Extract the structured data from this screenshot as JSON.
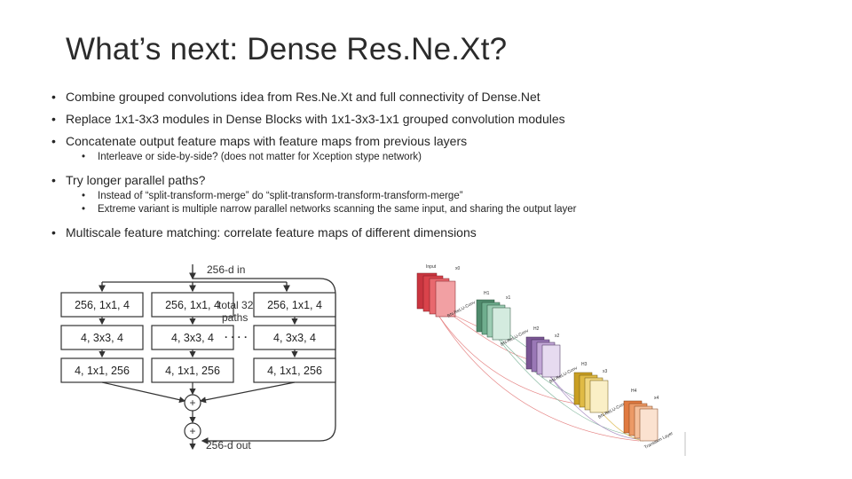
{
  "slide": {
    "title": "What’s next: Dense Res.Ne.Xt?",
    "bullets": [
      "Combine grouped convolutions idea from Res.Ne.Xt and full connectivity of Dense.Net",
      "Replace 1x1-3x3 modules in Dense Blocks with 1x1-3x3-1x1 grouped convolution modules",
      "Concatenate output feature maps with feature maps from previous layers",
      "Try longer parallel paths?",
      "Multiscale feature matching: correlate feature maps of different dimensions"
    ],
    "sub_bullets_concat": [
      "Interleave or side-by-side? (does not matter for Xception stype network)"
    ],
    "sub_bullets_paths": [
      "Instead of “split-transform-merge” do “split-transform-transform-transform-merge”",
      "Extreme variant is multiple narrow parallel networks scanning the same input, and sharing the output layer"
    ]
  },
  "resnext_diagram": {
    "input_label": "256-d in",
    "output_label": "256-d out",
    "paths_label_line1": "total 32",
    "paths_label_line2": "paths",
    "ellipsis": "· · · ·",
    "plus": "+",
    "path_boxes": [
      [
        "256, 1x1, 4",
        "4, 3x3, 4",
        "4, 1x1, 256"
      ],
      [
        "256, 1x1, 4",
        "4, 3x3, 4",
        "4, 1x1, 256"
      ],
      [
        "256, 1x1, 4",
        "4, 3x3, 4",
        "4, 1x1, 256"
      ]
    ]
  },
  "densenet_diagram": {
    "input_label": "Input",
    "x_labels": [
      "x0",
      "x1",
      "x2",
      "x3",
      "x4"
    ],
    "h_labels": [
      "H1",
      "H2",
      "H3",
      "H4"
    ],
    "transition_labels": [
      "BN-ReLU-Conv",
      "BN-ReLU-Conv",
      "BN-ReLU-Conv",
      "BN-ReLU-Conv",
      "Transition Layer"
    ],
    "colors": {
      "red": "#d9434b",
      "green": "#5f9e7e",
      "purple": "#8f6aa8",
      "yellow": "#d8b23a",
      "orange": "#e88a55"
    }
  }
}
